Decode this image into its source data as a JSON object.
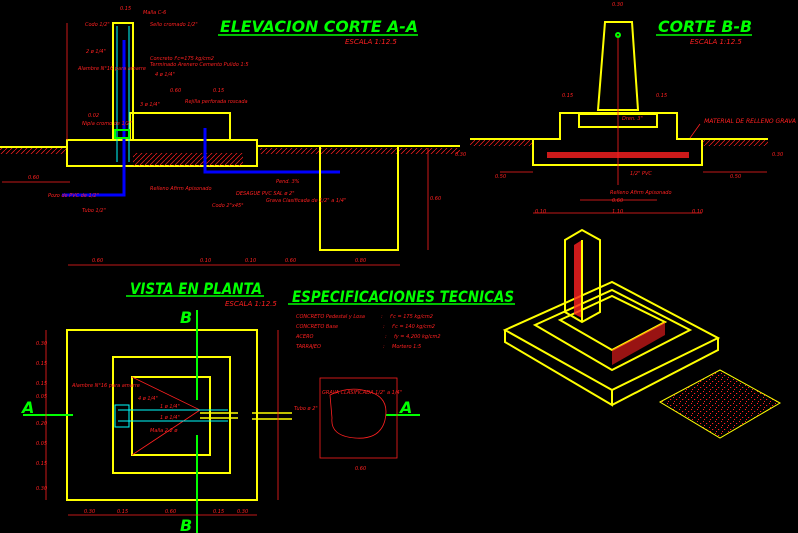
{
  "colors": {
    "background": "#000000",
    "outline": "#ffff00",
    "annotation": "#ff2020",
    "title": "#00ff00",
    "pipe": "#0000ff",
    "rebar": "#00ffff"
  },
  "elevation": {
    "title": "ELEVACION CORTE A-A",
    "scale": "ESCALA 1:12.5",
    "notes": [
      "Malla C-6",
      "Sello cromado 1/2\"",
      "Concreto f'c=175 kg/cm2",
      "Terminado Arenero Cemento Pulido 1:5",
      "4 ø 1/4\"",
      "Alambre N°16 para amarre",
      "2 ø 1/4\"",
      "Rejilla perforada roscada",
      "3 ø 1/4\"",
      "Codo 1/2\"",
      "Nipla cromo de 1/2\"",
      "Relleno Afirm Apisonado",
      "DESAGUE PVC SAL ø 2\"",
      "Codo 2\"x45°",
      "Tubo 1/2\"",
      "Pozo de PVC de 1/2\"",
      "Pend. 3%",
      "Grava Clasificada de 1/2\" a 1/4\""
    ],
    "dims": [
      "0.15",
      "0.60",
      "0.15",
      "0.60",
      "0.10",
      "0.60",
      "0.80",
      "0.60",
      "0.10",
      "0.60",
      "0.02"
    ]
  },
  "corte_b": {
    "title": "CORTE B-B",
    "scale": "ESCALA 1:12.5",
    "notes": [
      "Dren. 3\"",
      "MATERIAL DE RELLENO GRAVA",
      "Relleno Afirm Apisonado",
      "1/2\" PVC"
    ],
    "dims": [
      "0.30",
      "0.15",
      "0.15",
      "0.30",
      "0.30",
      "0.50",
      "0.50",
      "0.60",
      "0.10",
      "1.10",
      "0.10"
    ]
  },
  "planta": {
    "title": "VISTA EN PLANTA",
    "scale": "ESCALA 1:12.5",
    "section_b": "B",
    "section_a": "A",
    "notes": [
      "Alambre N°16 para amarre",
      "4 ø 1/4\"",
      "1 ø 1/4\"",
      "1 ø 1/4\"",
      "Malla 2.2 ø",
      "Tubo ø 2\"",
      "GRAVA CLASIFICADA 1/2\" a 1/4\""
    ],
    "dims_bottom": [
      "0.30",
      "0.15",
      "0.60",
      "0.15",
      "0.30",
      "0.60"
    ],
    "dims_left": [
      "0.30",
      "0.15",
      "0.15",
      "0.05",
      "0.20",
      "0.05",
      "0.15",
      "0.30"
    ]
  },
  "specs": {
    "title": "ESPECIFICACIONES TECNICAS",
    "rows": [
      {
        "item": "CONCRETO Pedestal y Losa",
        "value": "f'c = 175 kg/cm2"
      },
      {
        "item": "CONCRETO Base",
        "value": "f'c = 140 kg/cm2"
      },
      {
        "item": "ACERO",
        "value": "fy = 4,200 kg/cm2"
      },
      {
        "item": "TARRAJEO",
        "value": "Mortero 1:5"
      }
    ]
  }
}
